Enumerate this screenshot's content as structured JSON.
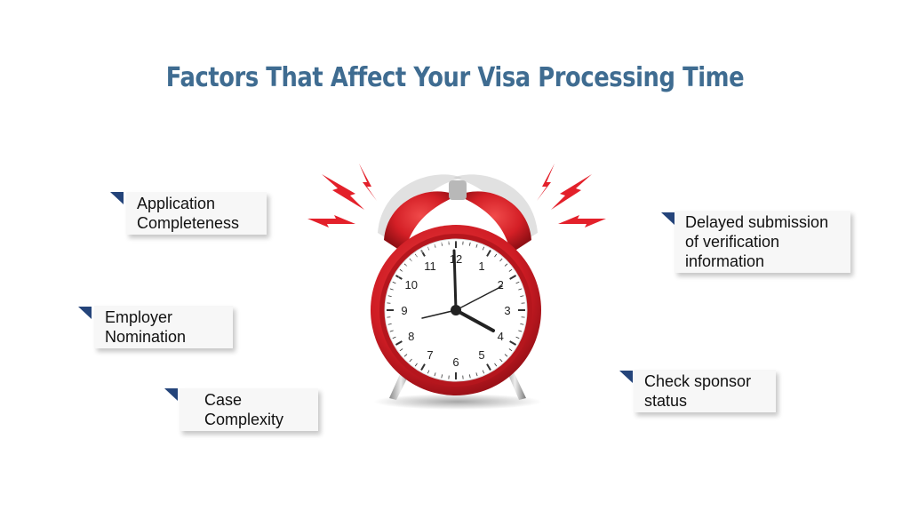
{
  "title": "Factors That Affect Your Visa Processing Time",
  "factors": [
    {
      "label": "Application\nCompleteness"
    },
    {
      "label": "Employer\nNomination"
    },
    {
      "label": "Case\nComplexity"
    },
    {
      "label": "Delayed submission\nof verification\ninformation"
    },
    {
      "label": "Check sponsor\nstatus"
    }
  ],
  "clock": {
    "numbers": [
      "12",
      "1",
      "2",
      "3",
      "4",
      "5",
      "6",
      "7",
      "8",
      "9",
      "10",
      "11"
    ],
    "time": "4:00"
  },
  "colors": {
    "title": "#3f6c91",
    "marker": "#24447a",
    "clock_red": "#d8232a",
    "alarm_red": "#e3202a"
  }
}
